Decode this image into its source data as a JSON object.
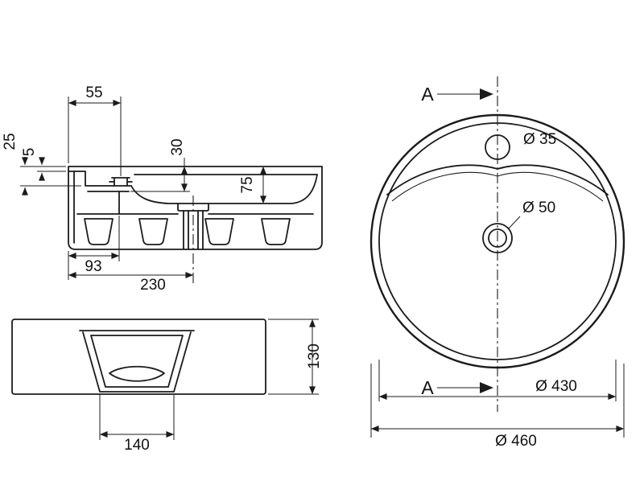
{
  "colors": {
    "line": "#1b1b1b",
    "background": "#ffffff"
  },
  "section_view": {
    "dim_55": "55",
    "dim_25": "25",
    "dim_5": "5",
    "dim_30": "30",
    "dim_75": "75",
    "dim_93": "93",
    "dim_230": "230"
  },
  "front_view": {
    "dim_130": "130",
    "dim_140": "140"
  },
  "top_view": {
    "section_label_top": "A",
    "section_label_bottom": "A",
    "dim_faucet_diameter": "Ø 35",
    "dim_drain_diameter": "Ø 50",
    "dim_bowl_diameter": "Ø 430",
    "dim_outer_diameter": "Ø 460"
  }
}
